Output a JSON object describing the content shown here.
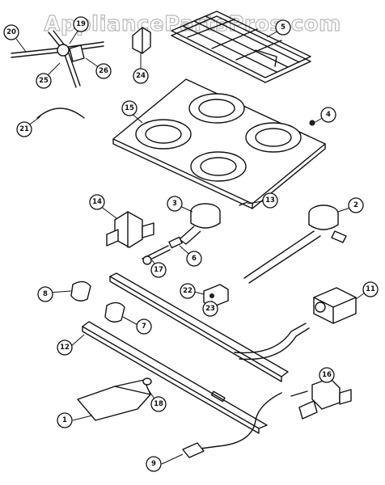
{
  "watermark": "AppliancePartsPros.com",
  "callouts": [
    {
      "id": "c1",
      "label": "1"
    },
    {
      "id": "c2",
      "label": "2"
    },
    {
      "id": "c3",
      "label": "3"
    },
    {
      "id": "c4",
      "label": "4"
    },
    {
      "id": "c5",
      "label": "5"
    },
    {
      "id": "c6",
      "label": "6"
    },
    {
      "id": "c7",
      "label": "7"
    },
    {
      "id": "c8",
      "label": "8"
    },
    {
      "id": "c9",
      "label": "9"
    },
    {
      "id": "c11",
      "label": "11"
    },
    {
      "id": "c12",
      "label": "12"
    },
    {
      "id": "c13",
      "label": "13"
    },
    {
      "id": "c14",
      "label": "14"
    },
    {
      "id": "c15",
      "label": "15"
    },
    {
      "id": "c16",
      "label": "16"
    },
    {
      "id": "c17",
      "label": "17"
    },
    {
      "id": "c18",
      "label": "18"
    },
    {
      "id": "c19",
      "label": "19"
    },
    {
      "id": "c20",
      "label": "20"
    },
    {
      "id": "c21",
      "label": "21"
    },
    {
      "id": "c22",
      "label": "22"
    },
    {
      "id": "c23",
      "label": "23"
    },
    {
      "id": "c24",
      "label": "24"
    },
    {
      "id": "c25",
      "label": "25"
    },
    {
      "id": "c26",
      "label": "26"
    }
  ]
}
